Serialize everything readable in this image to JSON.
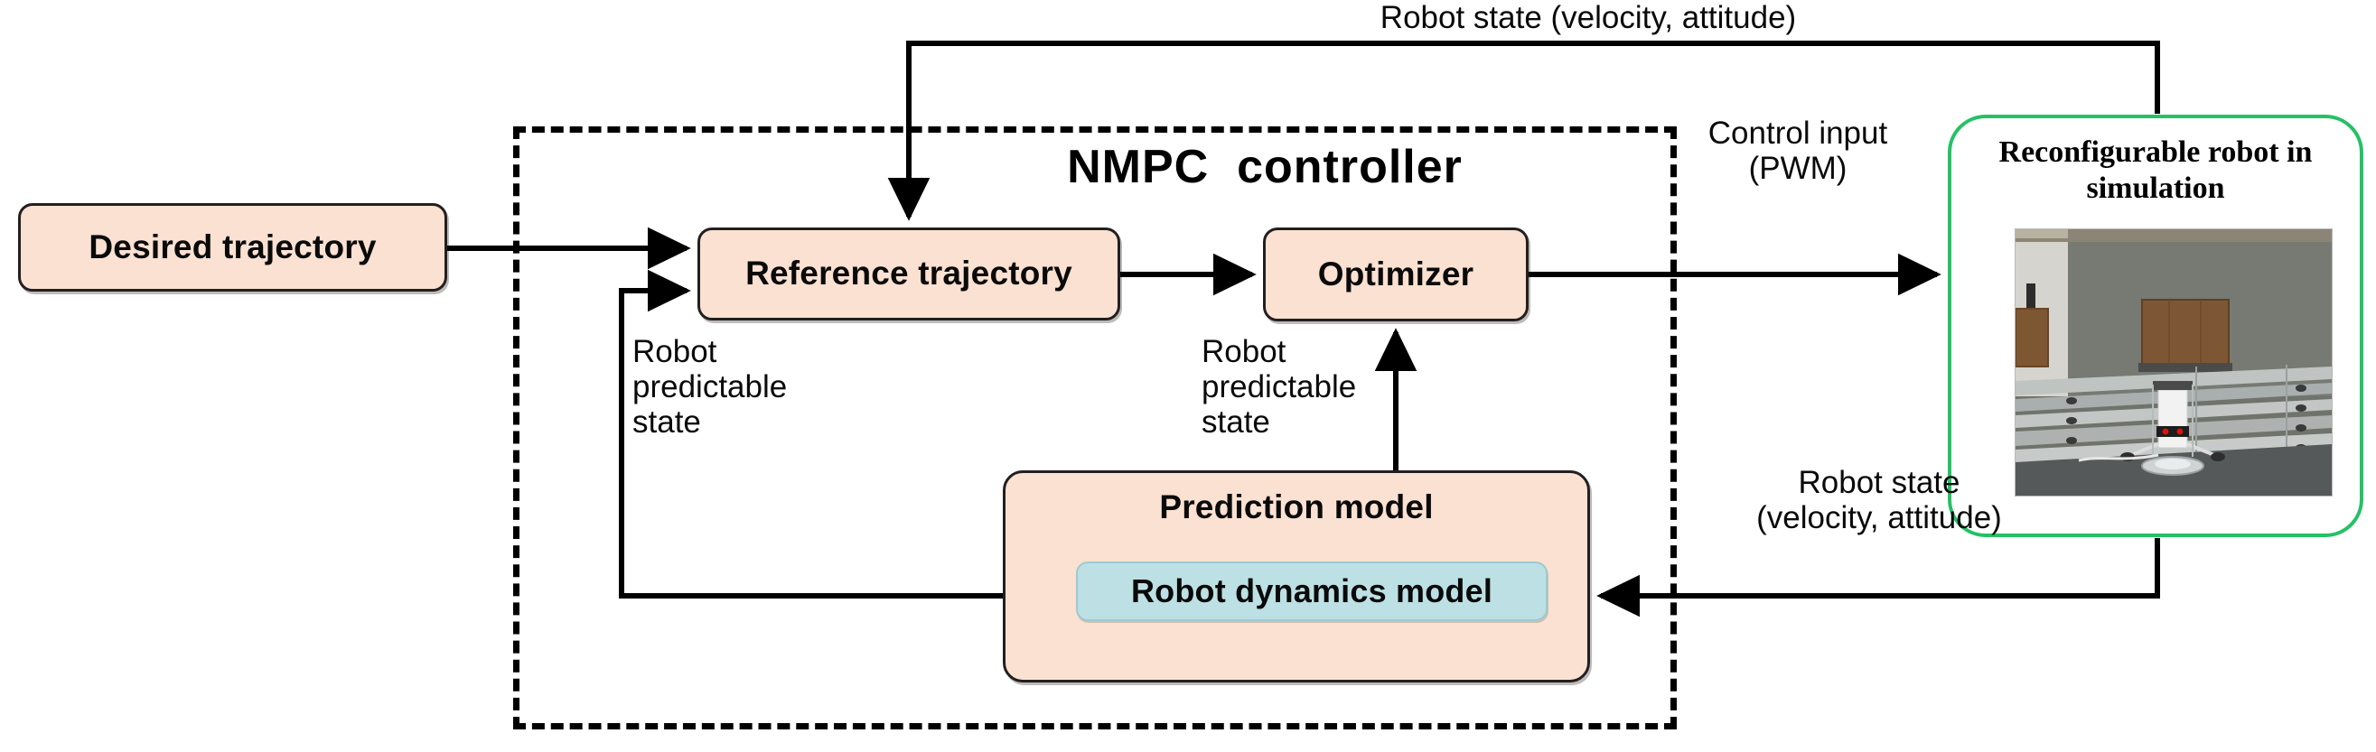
{
  "diagram": {
    "title": "NMPC control architecture block diagram",
    "colors": {
      "node_fill": "#fae1d2",
      "node_border": "#231f20",
      "inner_node_fill": "#bde0e4",
      "simulation_border": "#25c165",
      "wire": "#000000",
      "background": "#ffffff"
    }
  },
  "nodes": {
    "desired_trajectory": "Desired trajectory",
    "reference_trajectory": "Reference trajectory",
    "optimizer": "Optimizer",
    "prediction_model": "Prediction model",
    "robot_dynamics_model": "Robot dynamics model"
  },
  "controller": {
    "title": "NMPC  controller"
  },
  "simulation": {
    "title": "Reconfigurable\nrobot in simulation",
    "scene_description": "robot-in-simulation-render"
  },
  "labels": {
    "robot_state_top": "Robot state (velocity, attitude)",
    "control_input": "Control input\n(PWM)",
    "robot_state_right": "Robot state\n(velocity, attitude)",
    "robot_predictable_state_left": "Robot\npredictable\nstate",
    "robot_predictable_state_mid": "Robot\npredictable\nstate"
  }
}
